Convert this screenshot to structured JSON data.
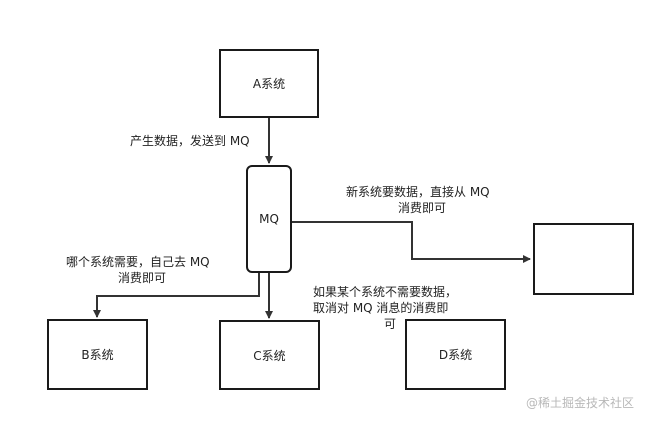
{
  "nodes": {
    "a": "A系统",
    "mq": "MQ",
    "b": "B系统",
    "c": "C系统",
    "d": "D系统",
    "new": ""
  },
  "labels": {
    "produce": "产生数据，发送到 MQ",
    "new_line1": "新系统要数据，直接从 MQ",
    "new_line2": "消费即可",
    "need_line1": "哪个系统需要，自己去 MQ",
    "need_line2": "消费即可",
    "cancel_line1": "如果某个系统不需要数据，",
    "cancel_line2": "取消对 MQ 消息的消费即",
    "cancel_line3": "可"
  },
  "watermark": "@稀土掘金技术社区"
}
